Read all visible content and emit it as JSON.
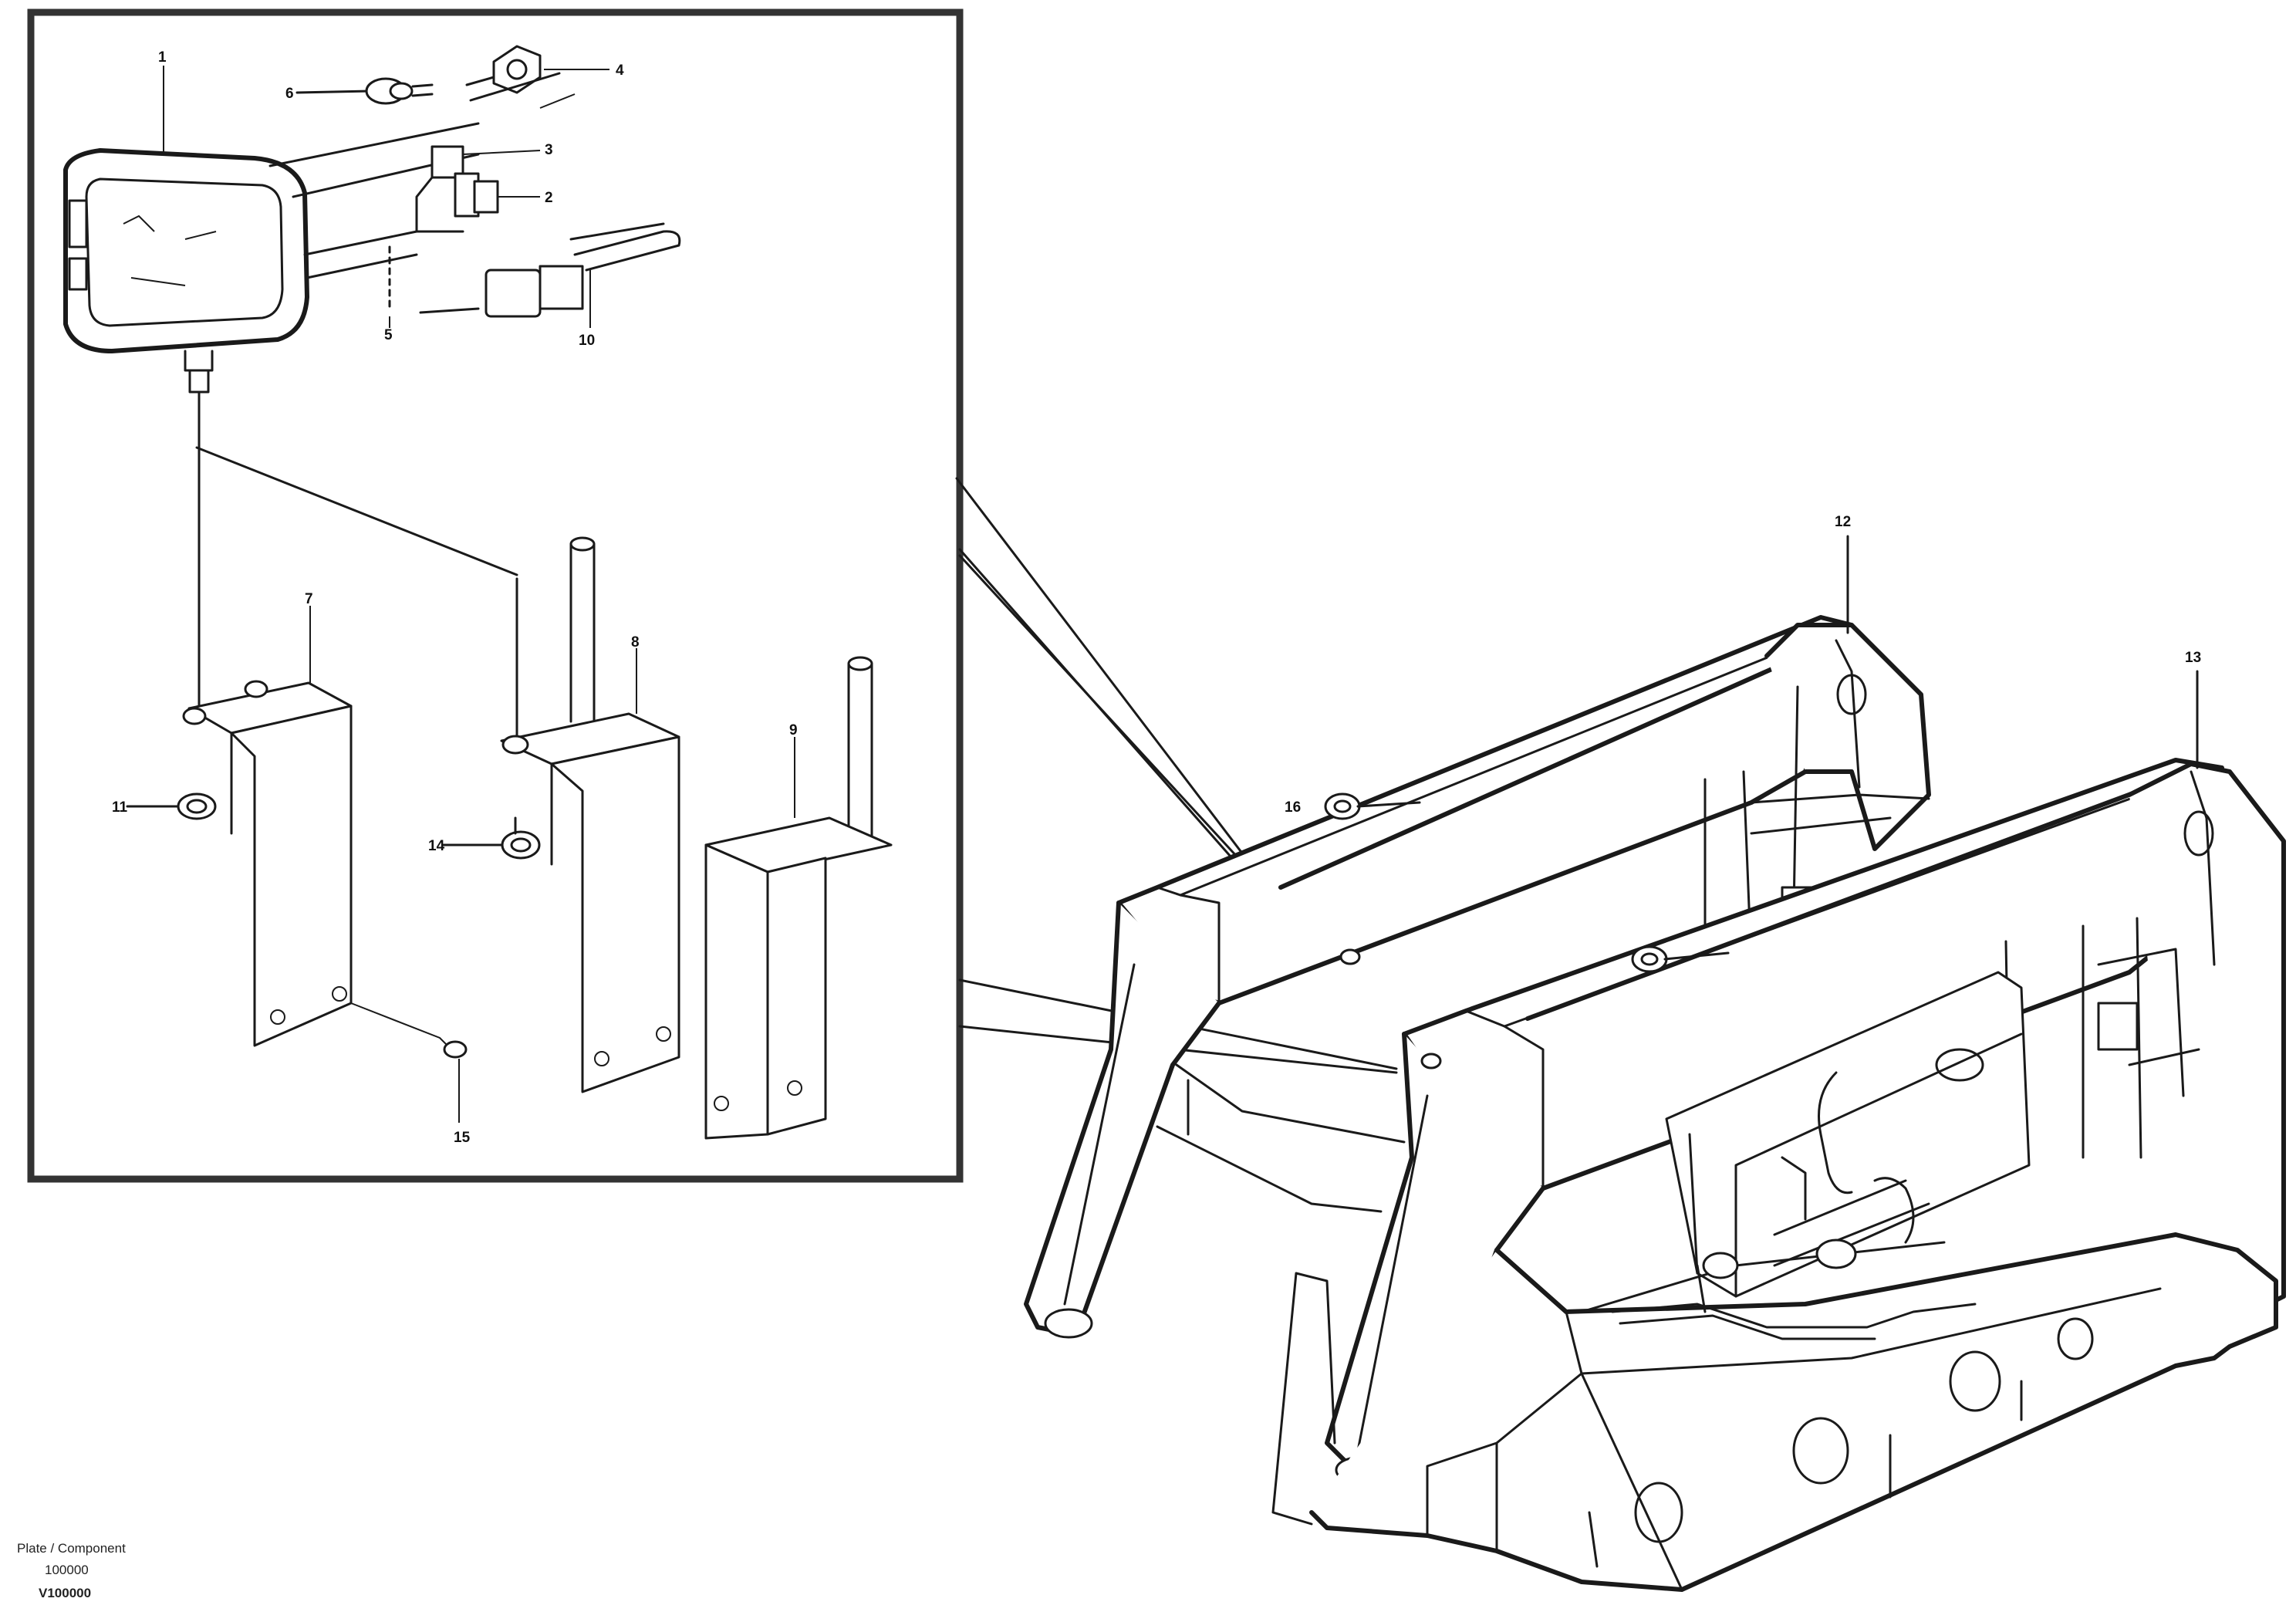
{
  "callouts": {
    "c1": "1",
    "c2": "2",
    "c3": "3",
    "c4": "4",
    "c5": "5",
    "c6": "6",
    "c7": "7",
    "c8": "8",
    "c9": "9",
    "c10": "10",
    "c11": "11",
    "c12": "12",
    "c13": "13",
    "c14": "14",
    "c15": "15",
    "c16": "16"
  },
  "stamp": {
    "line1": "Plate / Component",
    "line2": "100000",
    "line3": "V100000"
  }
}
